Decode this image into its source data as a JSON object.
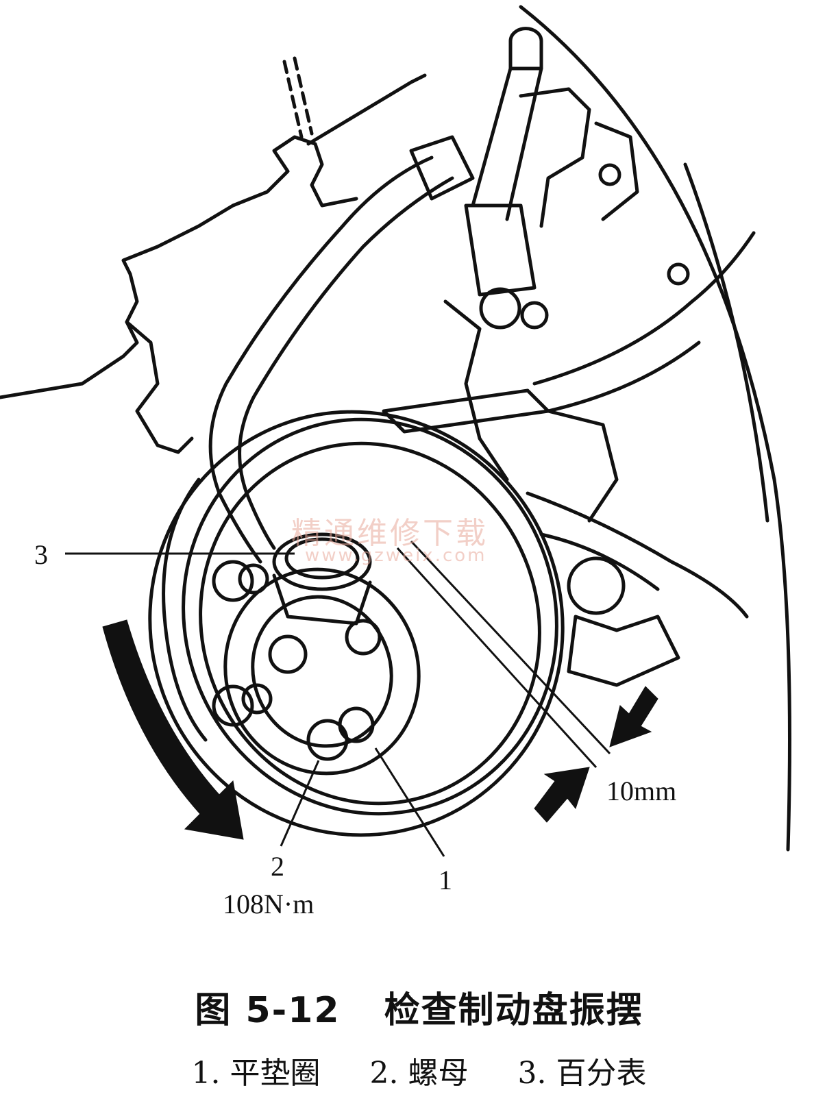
{
  "figure": {
    "callouts": {
      "c1": "1",
      "c2": "2",
      "c3": "3",
      "torque": "108N·m",
      "gap": "10mm"
    },
    "watermark": {
      "cn": "精通维修下载",
      "url": "www.gzweix.com"
    }
  },
  "caption": {
    "label": "图 5-12",
    "title": "检查制动盘振摆",
    "legend": [
      {
        "num": "1.",
        "text": "平垫圈"
      },
      {
        "num": "2.",
        "text": "螺母"
      },
      {
        "num": "3.",
        "text": "百分表"
      }
    ]
  },
  "colors": {
    "line": "#111111",
    "watermark": "#e8a89a"
  }
}
